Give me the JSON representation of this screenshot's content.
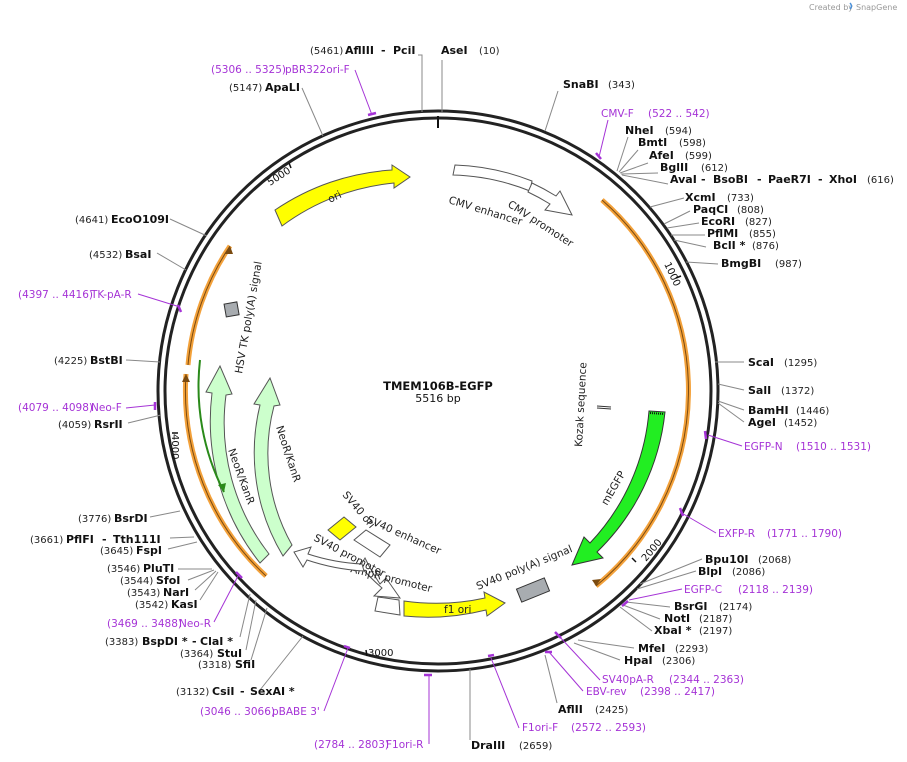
{
  "header": {
    "credit": "Created by",
    "brand": "SnapGene"
  },
  "plasmid": {
    "name": "TMEM106B-EGFP",
    "size_label": "5516 bp"
  },
  "ticks": {
    "t1000": "1000",
    "t2000": "2000",
    "t3000": "3000",
    "t4000": "4000",
    "t5000": "5000"
  },
  "features": {
    "cmv_enhancer": "CMV enhancer",
    "cmv_promoter": "CMV promoter",
    "kozak": "Kozak sequence",
    "megfp": "mEGFP",
    "sv40_polya": "SV40 poly(A) signal",
    "f1_ori": "f1 ori",
    "ampr_promoter": "AmpR promoter",
    "sv40_promoter": "SV40 promoter",
    "sv40_enhancer": "SV40 enhancer",
    "sv40_ori": "SV40 ori",
    "neor_inner": "NeoR/KanR",
    "neor_outer": "NeoR/KanR",
    "hsv_tk_polya": "HSV TK poly(A) signal",
    "ori": "ori"
  },
  "sites": {
    "afliii": {
      "pos": "(5461)",
      "name": "AflIII",
      "name2": "PciI"
    },
    "asei": {
      "pos": "(10)",
      "name": "AseI"
    },
    "snabi": {
      "pos": "(343)",
      "name": "SnaBI"
    },
    "nhei": {
      "pos": "(594)",
      "name": "NheI"
    },
    "bmti": {
      "pos": "(598)",
      "name": "BmtI"
    },
    "afei": {
      "pos": "(599)",
      "name": "AfeI"
    },
    "bglii": {
      "pos": "(612)",
      "name": "BglII"
    },
    "avai": {
      "pos": "(616)",
      "name": "AvaI",
      "name2": "BsoBI",
      "name3": "PaeR7I",
      "name4": "XhoI"
    },
    "xcmi": {
      "pos": "(733)",
      "name": "XcmI"
    },
    "paqci": {
      "pos": "(808)",
      "name": "PaqCI"
    },
    "ecori": {
      "pos": "(827)",
      "name": "EcoRI"
    },
    "pflmi": {
      "pos": "(855)",
      "name": "PflMI"
    },
    "bcli": {
      "pos": "(876)",
      "name": "BclI *"
    },
    "bmgbi": {
      "pos": "(987)",
      "name": "BmgBI"
    },
    "scai": {
      "pos": "(1295)",
      "name": "ScaI"
    },
    "sali": {
      "pos": "(1372)",
      "name": "SalI"
    },
    "bamhi": {
      "pos": "(1446)",
      "name": "BamHI"
    },
    "agei": {
      "pos": "(1452)",
      "name": "AgeI"
    },
    "bpu10i": {
      "pos": "(2068)",
      "name": "Bpu10I"
    },
    "blpi": {
      "pos": "(2086)",
      "name": "BlpI"
    },
    "bsrgi": {
      "pos": "(2174)",
      "name": "BsrGI"
    },
    "noti": {
      "pos": "(2187)",
      "name": "NotI"
    },
    "xbai": {
      "pos": "(2197)",
      "name": "XbaI *"
    },
    "mfei": {
      "pos": "(2293)",
      "name": "MfeI"
    },
    "hpai": {
      "pos": "(2306)",
      "name": "HpaI"
    },
    "aflii": {
      "pos": "(2425)",
      "name": "AflII"
    },
    "draiii": {
      "pos": "(2659)",
      "name": "DraIII"
    },
    "csii": {
      "pos": "(3132)",
      "name": "CsiI",
      "name2": "SexAI *"
    },
    "sfii": {
      "pos": "(3318)",
      "name": "SfiI"
    },
    "stui": {
      "pos": "(3364)",
      "name": "StuI"
    },
    "bspdi": {
      "pos": "(3383)",
      "name": "BspDI *",
      "name2": "ClaI *"
    },
    "kasi": {
      "pos": "(3542)",
      "name": "KasI"
    },
    "nari": {
      "pos": "(3543)",
      "name": "NarI"
    },
    "sfoi": {
      "pos": "(3544)",
      "name": "SfoI"
    },
    "pluti": {
      "pos": "(3546)",
      "name": "PluTI"
    },
    "fspi": {
      "pos": "(3645)",
      "name": "FspI"
    },
    "pflfi": {
      "pos": "(3661)",
      "name": "PflFI",
      "name2": "Tth111I"
    },
    "bsrdi": {
      "pos": "(3776)",
      "name": "BsrDI"
    },
    "bstbi": {
      "pos": "(4225)",
      "name": "BstBI"
    },
    "rsrii": {
      "pos": "(4059)",
      "name": "RsrII"
    },
    "bsai": {
      "pos": "(4532)",
      "name": "BsaI"
    },
    "ecoo109i": {
      "pos": "(4641)",
      "name": "EcoO109I"
    },
    "apali": {
      "pos": "(5147)",
      "name": "ApaLI"
    }
  },
  "primers": {
    "pbr322": {
      "range": "(5306 .. 5325)",
      "name": "pBR322ori-F"
    },
    "cmvf": {
      "name": "CMV-F",
      "range": "(522 .. 542)"
    },
    "egfpn": {
      "name": "EGFP-N",
      "range": "(1510 .. 1531)"
    },
    "exfpr": {
      "name": "EXFP-R",
      "range": "(1771 .. 1790)"
    },
    "egfpc": {
      "name": "EGFP-C",
      "range": "(2118 .. 2139)"
    },
    "sv40par": {
      "name": "SV40pA-R",
      "range": "(2344 .. 2363)"
    },
    "ebvrev": {
      "name": "EBV-rev",
      "range": "(2398 .. 2417)"
    },
    "f1orif": {
      "name": "F1ori-F",
      "range": "(2572 .. 2593)"
    },
    "f1orir": {
      "range": "(2784 .. 2803)",
      "name": "F1ori-R"
    },
    "pbabe": {
      "range": "(3046 .. 3066)",
      "name": "pBABE 3'"
    },
    "neor": {
      "range": "(3469 .. 3488)",
      "name": "Neo-R"
    },
    "neof": {
      "range": "(4079 .. 4098)",
      "name": "Neo-F"
    },
    "tkpar": {
      "range": "(4397 .. 4416)",
      "name": "TK-pA-R"
    }
  },
  "colors": {
    "backbone": "#222222",
    "primer": "#a533d6",
    "ori": "#ffff00",
    "egfp": "#22ee22",
    "neor": "#ccffcc",
    "orange": "#f3a13a",
    "grey_feature": "#a8acb0"
  }
}
